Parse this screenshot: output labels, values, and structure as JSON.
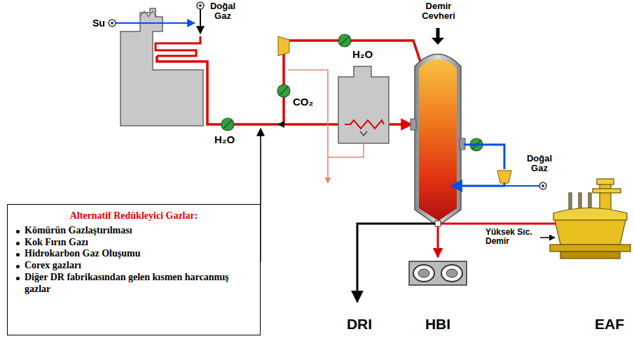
{
  "diagram": {
    "nodes": [
      {
        "text": [
          "Alternatif Redükleyici Gazlar:",
          "Kömürün Gazlaştırılması",
          "Kok Fırın Gazı",
          "Hidrokarbon Gaz Oluşumu",
          "Corex gazları",
          "Diğer DR fabrikasından gelen kısmen harcanmış gazlar"
        ]
      }
    ],
    "labels": [
      "Su",
      "Doğal Gaz",
      "Demir Cevheri",
      "H₂O",
      "CO₂",
      "H₂O",
      "Doğal Gaz",
      "Yüksek Sıc. Demir",
      "DRI",
      "HBI",
      "EAF"
    ]
  }
}
